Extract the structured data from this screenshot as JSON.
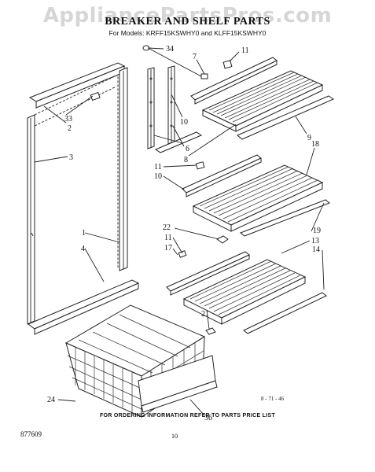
{
  "watermark": "AppliancePartsPros.com",
  "title": "BREAKER AND SHELF PARTS",
  "subtitle": "For Models: KRFF15KSWHY0 and KLFF15KSWHY0",
  "footer": "FOR ORDERING INFORMATION REFER TO PARTS PRICE LIST",
  "document_number": "877609",
  "page_number": "10",
  "date_code": "8 - 71 - 46",
  "callouts": [
    {
      "id": "c34",
      "label": "34"
    },
    {
      "id": "c7",
      "label": "7"
    },
    {
      "id": "c11a",
      "label": "11"
    },
    {
      "id": "c33",
      "label": "33"
    },
    {
      "id": "c2",
      "label": "2"
    },
    {
      "id": "c10a",
      "label": "10"
    },
    {
      "id": "c6",
      "label": "6"
    },
    {
      "id": "c8",
      "label": "8"
    },
    {
      "id": "c9",
      "label": "9"
    },
    {
      "id": "c18",
      "label": "18"
    },
    {
      "id": "c3",
      "label": "3"
    },
    {
      "id": "c11b",
      "label": "11"
    },
    {
      "id": "c10b",
      "label": "10"
    },
    {
      "id": "c22",
      "label": "22"
    },
    {
      "id": "c19",
      "label": "19"
    },
    {
      "id": "c11c",
      "label": "11"
    },
    {
      "id": "c13",
      "label": "13"
    },
    {
      "id": "c17",
      "label": "17"
    },
    {
      "id": "c14",
      "label": "14"
    },
    {
      "id": "c1",
      "label": "1"
    },
    {
      "id": "c4",
      "label": "4"
    },
    {
      "id": "c21",
      "label": "21"
    },
    {
      "id": "c24",
      "label": "24"
    },
    {
      "id": "c36",
      "label": "36"
    }
  ]
}
